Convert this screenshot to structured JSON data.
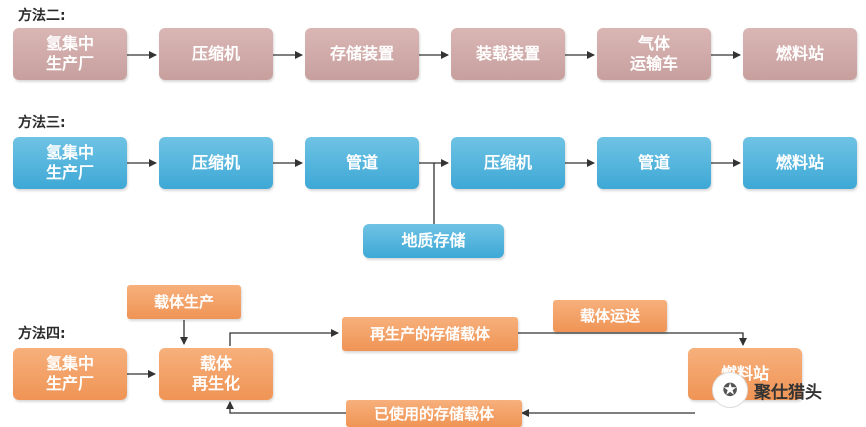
{
  "method2": {
    "label": "方法二:",
    "nodes": [
      "氢集中\n生产厂",
      "压缩机",
      "存储装置",
      "装载装置",
      "气体\n运输车",
      "燃料站"
    ]
  },
  "method3": {
    "label": "方法三:",
    "nodes": [
      "氢集中\n生产厂",
      "压缩机",
      "管道",
      "压缩机",
      "管道",
      "燃料站"
    ],
    "storage": "地质存储"
  },
  "method4": {
    "label": "方法四:",
    "source": "氢集中\n生产厂",
    "carrier_production": "载体生产",
    "regeneration": "载体\n再生化",
    "regenerated_carrier": "再生产的存储载体",
    "carrier_transport": "载体运送",
    "station": "燃料站",
    "used_carrier": "已使用的存储载体"
  },
  "watermark": {
    "text": "聚仕猎头",
    "icon": "wechat-icon"
  },
  "colors": {
    "method2": "#c9a4a2",
    "method3": "#4aaed9",
    "method4": "#f29a5e",
    "arrow": "#333333"
  }
}
